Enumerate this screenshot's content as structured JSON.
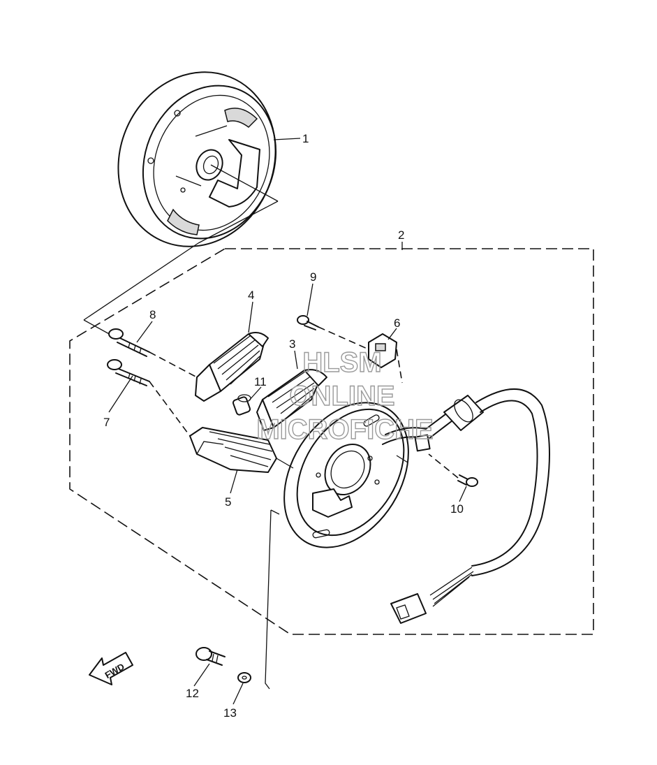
{
  "callouts": [
    {
      "id": "1",
      "text": "1"
    },
    {
      "id": "2",
      "text": "2"
    },
    {
      "id": "3",
      "text": "3"
    },
    {
      "id": "4",
      "text": "4"
    },
    {
      "id": "5",
      "text": "5"
    },
    {
      "id": "6",
      "text": "6"
    },
    {
      "id": "7",
      "text": "7"
    },
    {
      "id": "8",
      "text": "8"
    },
    {
      "id": "9",
      "text": "9"
    },
    {
      "id": "10",
      "text": "10"
    },
    {
      "id": "11",
      "text": "11"
    },
    {
      "id": "12",
      "text": "12"
    },
    {
      "id": "13",
      "text": "13"
    }
  ],
  "watermark": {
    "line1": "HLSM",
    "line2": "ONLINE",
    "line3": "MICROFICHE",
    "color": "#9a9a9a"
  },
  "fwd_arrow": {
    "text": "FWD"
  }
}
